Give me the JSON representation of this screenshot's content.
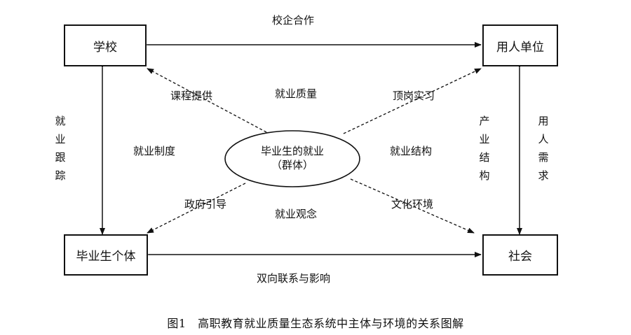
{
  "nodes": {
    "school": "学校",
    "employer": "用人单位",
    "graduate": "毕业生个体",
    "society": "社会",
    "center_line1": "毕业生的就业",
    "center_line2": "（群体）"
  },
  "edges": {
    "school_employer": "校企合作",
    "graduate_society": "双向联系与影响",
    "school_graduate": "就业跟踪",
    "employer_society_left": "产业结构",
    "employer_society_right": "用人需求",
    "center_school": "课程提供",
    "center_employer": "顶岗实习",
    "center_graduate": "政府引导",
    "center_society": "文化环境"
  },
  "factors": {
    "top": "就业质量",
    "left": "就业制度",
    "right": "就业结构",
    "bottom": "就业观念"
  },
  "caption": "图1　高职教育就业质量生态系统中主体与环境的关系图解"
}
